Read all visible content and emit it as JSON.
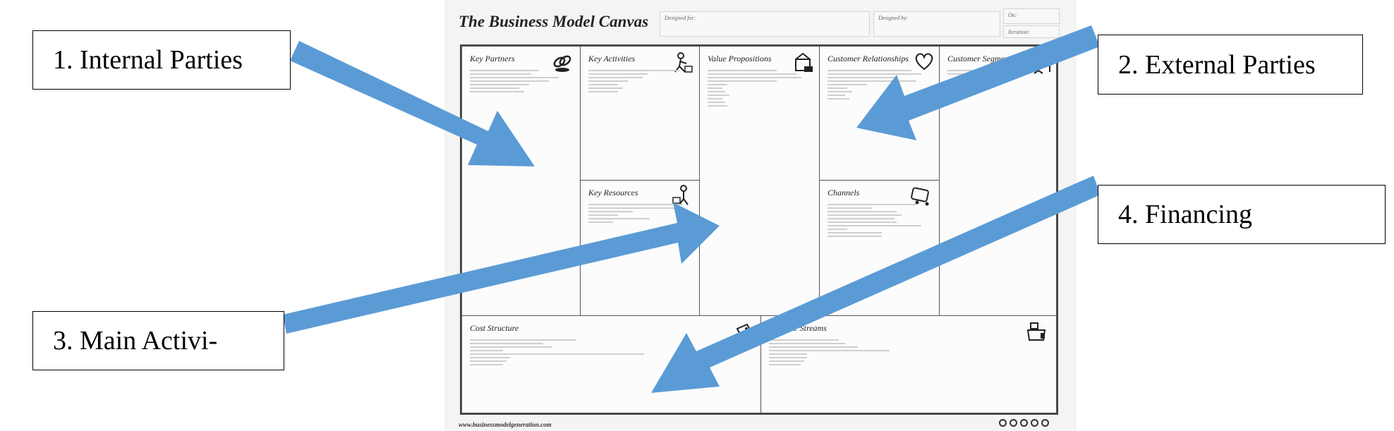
{
  "canvas": {
    "title": "The Business Model Canvas",
    "designed_for_label": "Designed for:",
    "designed_by_label": "Designed by:",
    "on_label": "On:",
    "iteration_label": "Iteration:",
    "footer_url": "www.businessmodelgeneration.com",
    "blocks": {
      "key_partners": "Key Partners",
      "key_activities": "Key Activities",
      "key_resources": "Key Resources",
      "value_propositions": "Value Propositions",
      "customer_relationships": "Customer Relationships",
      "channels": "Channels",
      "customer_segments": "Customer Segments",
      "cost_structure": "Cost Structure",
      "revenue_streams": "Revenue Streams"
    }
  },
  "annotations": {
    "internal_parties": "1. Internal Parties",
    "external_parties": "2. External Parties",
    "main_activities": "3. Main Activi-",
    "financing": "4. Financing"
  },
  "colors": {
    "arrow": "#5b9bd5",
    "grid_line": "#444444",
    "label_border": "#000000"
  }
}
